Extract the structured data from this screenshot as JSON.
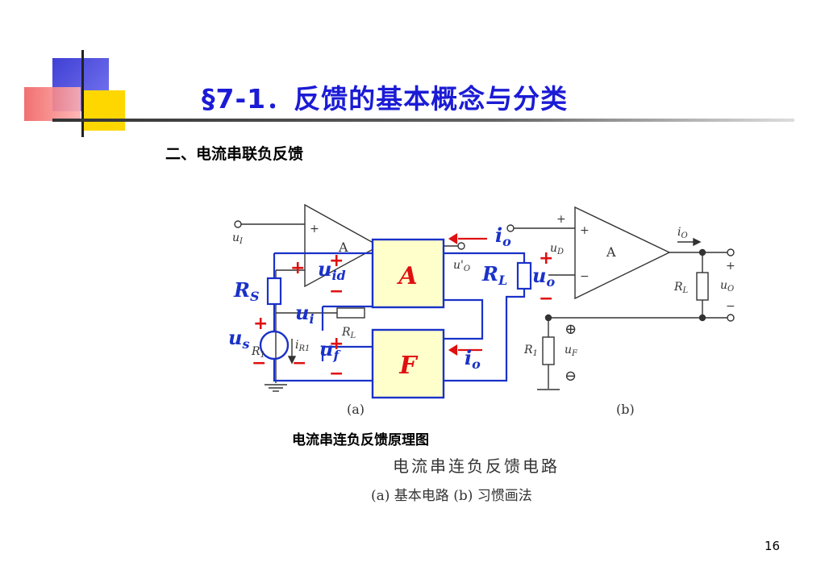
{
  "slide": {
    "title": "§7-1．反馈的基本概念与分类",
    "subtitle": "二、电流串联负反馈",
    "caption": "电流串连负反馈原理图",
    "scan_caption_1": "电流串连负反馈电路",
    "scan_caption_2": "(a) 基本电路 (b) 习惯画法",
    "page_number": "16"
  },
  "diagram": {
    "block_a": "A",
    "block_f": "F",
    "opamp_label": "A",
    "label_a": "(a)",
    "label_b": "(b)",
    "plus": "+",
    "minus": "−",
    "overlay": {
      "uid": "u",
      "uid_sub": "id",
      "ui": "u",
      "ui_sub": "i",
      "uf": "u",
      "uf_sub": "f",
      "us": "u",
      "us_sub": "s",
      "rs": "R",
      "rs_sub": "S",
      "rl": "R",
      "rl_sub": "L",
      "uo": "u",
      "uo_sub": "o",
      "io_top": "i",
      "io_top_sub": "o",
      "io_bottom": "i",
      "io_bottom_sub": "o"
    },
    "scan_a": {
      "ui": "u",
      "ui_sub": "I",
      "uo_prime": "u'",
      "uo_prime_sub": "O",
      "iR1": "i",
      "iR1_sub": "R1",
      "rl": "R",
      "rl_sub": "L",
      "r1": "R",
      "r1_sub": "1"
    },
    "scan_b": {
      "ud": "u",
      "ud_sub": "D",
      "io": "i",
      "io_sub": "O",
      "rl": "R",
      "rl_sub": "L",
      "uo": "u",
      "uo_sub": "O",
      "r1": "R",
      "r1_sub": "1",
      "uf": "u",
      "uf_sub": "F",
      "plus_circ": "⊕",
      "minus_circ": "⊖"
    }
  },
  "colors": {
    "title": "#1b1bd6",
    "wire_blue": "#1a32c8",
    "block_fill": "#ffffcc",
    "polarity_red": "#e01010",
    "deco_blue": "#3a3ad8",
    "deco_yellow": "#ffd700",
    "deco_red": "#f06060"
  }
}
